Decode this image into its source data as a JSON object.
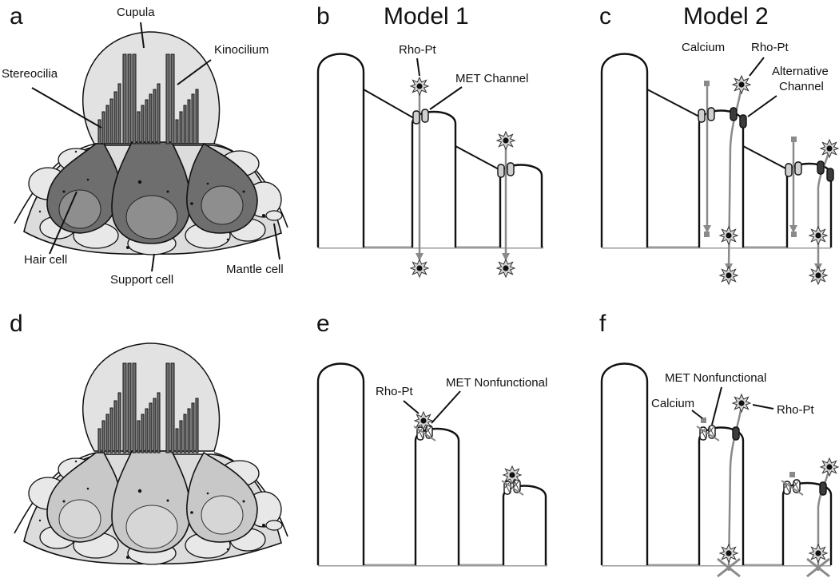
{
  "panels": {
    "a": "a",
    "b": "b",
    "c": "c",
    "d": "d",
    "e": "e",
    "f": "f"
  },
  "titles": {
    "model1": "Model 1",
    "model2": "Model 2"
  },
  "labels_a": {
    "cupula": "Cupula",
    "kinocilium": "Kinocilium",
    "stereocilia": "Stereocilia",
    "hair_cell": "Hair cell",
    "support_cell": "Support cell",
    "mantle_cell": "Mantle cell"
  },
  "labels_b": {
    "rho_pt": "Rho-Pt",
    "met_channel": "MET Channel"
  },
  "labels_c": {
    "calcium": "Calcium",
    "rho_pt": "Rho-Pt",
    "alt_channel_1": "Alternative",
    "alt_channel_2": "Channel"
  },
  "labels_e": {
    "rho_pt": "Rho-Pt",
    "met_nonfunctional": "MET Nonfunctional"
  },
  "labels_f": {
    "met_nonfunctional": "MET Nonfunctional",
    "calcium": "Calcium",
    "rho_pt": "Rho-Pt"
  },
  "colors": {
    "hair_cell_dark": "#6e6e6e",
    "hair_cell_light": "#c8c8c8",
    "support_cell": "#dcdcdc",
    "cupula": "#e2e2e2",
    "channel_light": "#cfcfcf",
    "channel_dark": "#3c3c3c",
    "tracer_path": "#8a8a8a"
  }
}
